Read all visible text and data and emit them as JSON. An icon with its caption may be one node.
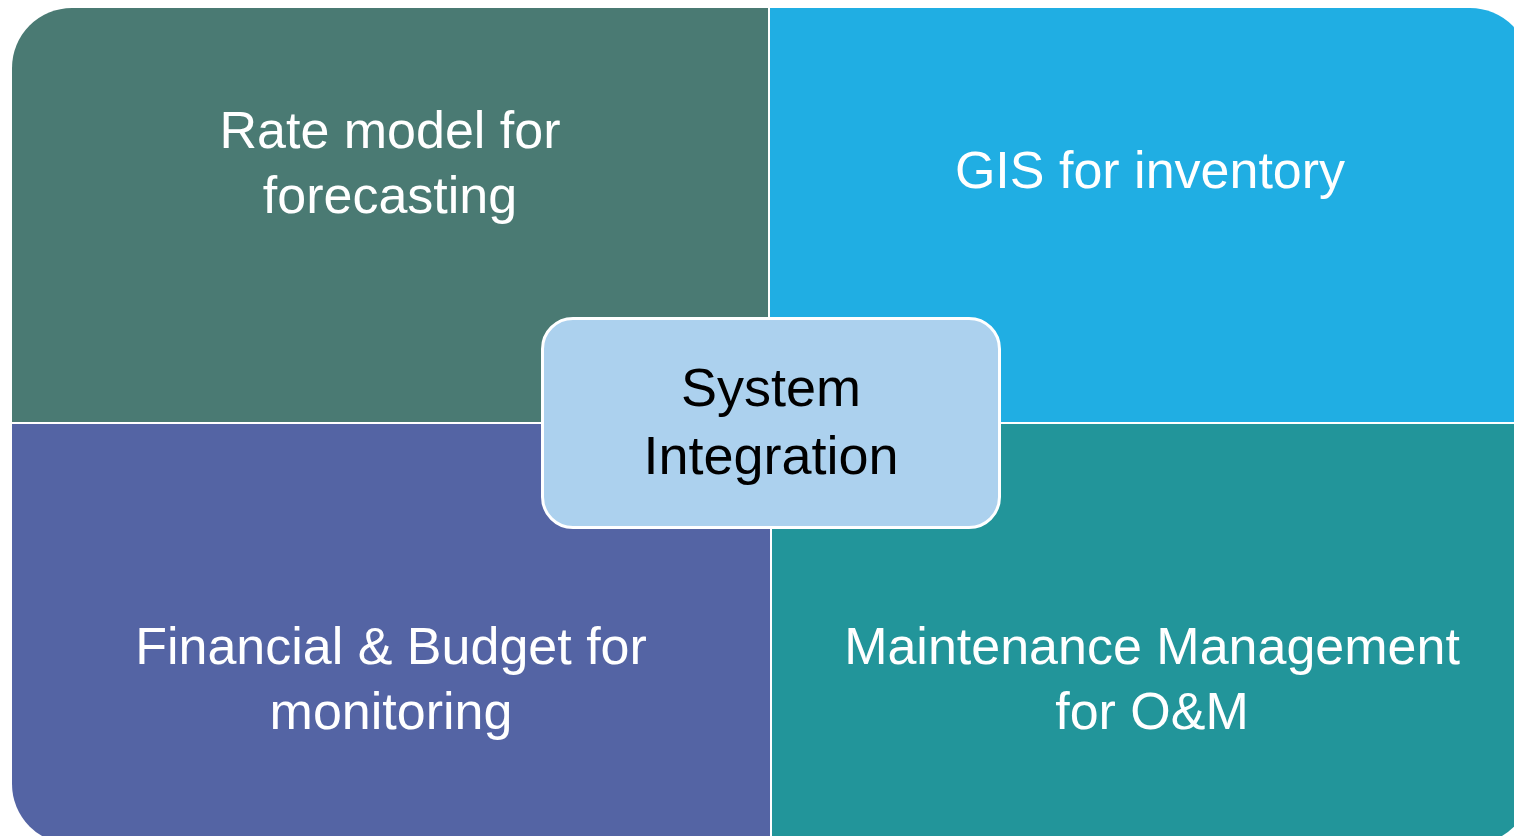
{
  "diagram": {
    "nodes": [
      {
        "text": [
          "Rate model for forecasting"
        ]
      },
      {
        "text": [
          "GIS for inventory"
        ]
      },
      {
        "text": [
          "Financial & Budget for monitoring"
        ]
      },
      {
        "text": [
          "Maintenance Management for O&M"
        ]
      },
      {
        "text": [
          "System Integration"
        ]
      }
    ]
  }
}
